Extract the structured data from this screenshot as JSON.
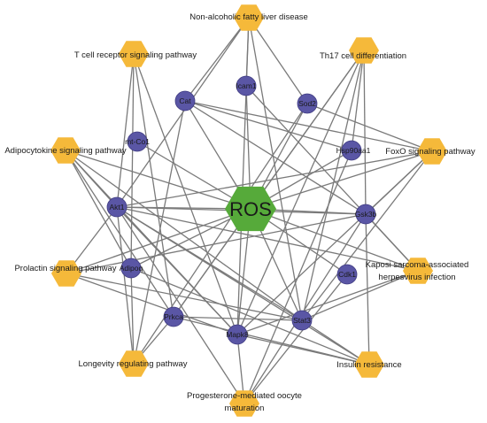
{
  "colors": {
    "pathway_fill": "#F5B93A",
    "gene_fill": "#5A56A5",
    "gene_stroke": "#3E3A80",
    "center_fill": "#56AA3A",
    "edge": "#7a7a7a"
  },
  "center": {
    "id": "ROS",
    "label": "ROS",
    "shape": "hexagon"
  },
  "pathways": [
    {
      "id": "nafld",
      "lines": [
        "Non-alcoholic fatty liver disease"
      ]
    },
    {
      "id": "th17",
      "lines": [
        "Th17 cell differentiation"
      ]
    },
    {
      "id": "foxo",
      "lines": [
        "FoxO signaling pathway"
      ]
    },
    {
      "id": "kaposi",
      "lines": [
        "Kaposi sarcoma-associated",
        "herpesvirus infection"
      ]
    },
    {
      "id": "insulin",
      "lines": [
        "Insulin resistance"
      ]
    },
    {
      "id": "progesterone",
      "lines": [
        "Progesterone-mediated oocyte",
        "maturation"
      ]
    },
    {
      "id": "longevity",
      "lines": [
        "Longevity regulating pathway"
      ]
    },
    {
      "id": "prolactin",
      "lines": [
        "Prolactin signaling pathway"
      ]
    },
    {
      "id": "adipocytokine",
      "lines": [
        "Adipocytokine signaling pathway"
      ]
    },
    {
      "id": "tcell",
      "lines": [
        "T cell receptor signaling pathway"
      ]
    }
  ],
  "genes": [
    {
      "id": "Icam1",
      "label": "Icam1"
    },
    {
      "id": "Sod2",
      "label": "Sod2"
    },
    {
      "id": "Hsp90aa1",
      "label": "Hsp90aa1"
    },
    {
      "id": "Gsk3b",
      "label": "Gsk3b"
    },
    {
      "id": "Cdk1",
      "label": "Cdk1"
    },
    {
      "id": "Stat3",
      "label": "Stat3"
    },
    {
      "id": "Mapk8",
      "label": "Mapk8"
    },
    {
      "id": "Prkca",
      "label": "Prkca"
    },
    {
      "id": "Adipoq",
      "label": "Adipoq"
    },
    {
      "id": "Akt1",
      "label": "Akt1"
    },
    {
      "id": "mt-Co1",
      "label": "mt-Co1"
    },
    {
      "id": "Cat",
      "label": "Cat"
    }
  ],
  "edges": [
    [
      "ROS",
      "Icam1"
    ],
    [
      "ROS",
      "Sod2"
    ],
    [
      "ROS",
      "Hsp90aa1"
    ],
    [
      "ROS",
      "Gsk3b"
    ],
    [
      "ROS",
      "Cdk1"
    ],
    [
      "ROS",
      "Stat3"
    ],
    [
      "ROS",
      "Mapk8"
    ],
    [
      "ROS",
      "Prkca"
    ],
    [
      "ROS",
      "Adipoq"
    ],
    [
      "ROS",
      "Akt1"
    ],
    [
      "ROS",
      "mt-Co1"
    ],
    [
      "ROS",
      "Cat"
    ],
    [
      "ROS",
      "th17"
    ],
    [
      "ROS",
      "foxo"
    ],
    [
      "ROS",
      "kaposi"
    ],
    [
      "ROS",
      "prolactin"
    ],
    [
      "ROS",
      "adipocytokine"
    ],
    [
      "nafld",
      "Icam1"
    ],
    [
      "nafld",
      "Sod2"
    ],
    [
      "nafld",
      "Cat"
    ],
    [
      "nafld",
      "Akt1"
    ],
    [
      "nafld",
      "Mapk8"
    ],
    [
      "nafld",
      "Stat3"
    ],
    [
      "th17",
      "Hsp90aa1"
    ],
    [
      "th17",
      "Gsk3b"
    ],
    [
      "th17",
      "Stat3"
    ],
    [
      "th17",
      "Mapk8"
    ],
    [
      "th17",
      "Prkca"
    ],
    [
      "foxo",
      "Akt1"
    ],
    [
      "foxo",
      "Gsk3b"
    ],
    [
      "foxo",
      "Stat3"
    ],
    [
      "foxo",
      "Cat"
    ],
    [
      "foxo",
      "Sod2"
    ],
    [
      "foxo",
      "Mapk8"
    ],
    [
      "kaposi",
      "Akt1"
    ],
    [
      "kaposi",
      "Gsk3b"
    ],
    [
      "kaposi",
      "Mapk8"
    ],
    [
      "kaposi",
      "Stat3"
    ],
    [
      "kaposi",
      "Icam1"
    ],
    [
      "insulin",
      "Akt1"
    ],
    [
      "insulin",
      "Gsk3b"
    ],
    [
      "insulin",
      "Mapk8"
    ],
    [
      "insulin",
      "Prkca"
    ],
    [
      "insulin",
      "Stat3"
    ],
    [
      "insulin",
      "Adipoq"
    ],
    [
      "progesterone",
      "Akt1"
    ],
    [
      "progesterone",
      "Gsk3b"
    ],
    [
      "progesterone",
      "Mapk8"
    ],
    [
      "progesterone",
      "Cdk1"
    ],
    [
      "progesterone",
      "Hsp90aa1"
    ],
    [
      "longevity",
      "Akt1"
    ],
    [
      "longevity",
      "Cat"
    ],
    [
      "longevity",
      "Sod2"
    ],
    [
      "longevity",
      "Adipoq"
    ],
    [
      "longevity",
      "Prkca"
    ],
    [
      "prolactin",
      "Akt1"
    ],
    [
      "prolactin",
      "Gsk3b"
    ],
    [
      "prolactin",
      "Mapk8"
    ],
    [
      "prolactin",
      "Stat3"
    ],
    [
      "adipocytokine",
      "Akt1"
    ],
    [
      "adipocytokine",
      "Mapk8"
    ],
    [
      "adipocytokine",
      "Stat3"
    ],
    [
      "adipocytokine",
      "Adipoq"
    ],
    [
      "adipocytokine",
      "Prkca"
    ],
    [
      "tcell",
      "Akt1"
    ],
    [
      "tcell",
      "Mapk8"
    ],
    [
      "tcell",
      "Prkca"
    ],
    [
      "tcell",
      "Adipoq"
    ],
    [
      "Akt1",
      "Gsk3b"
    ],
    [
      "Cat",
      "Gsk3b"
    ],
    [
      "Cat",
      "Hsp90aa1"
    ],
    [
      "Prkca",
      "Stat3"
    ],
    [
      "Akt1",
      "Stat3"
    ],
    [
      "Akt1",
      "Mapk8"
    ]
  ]
}
